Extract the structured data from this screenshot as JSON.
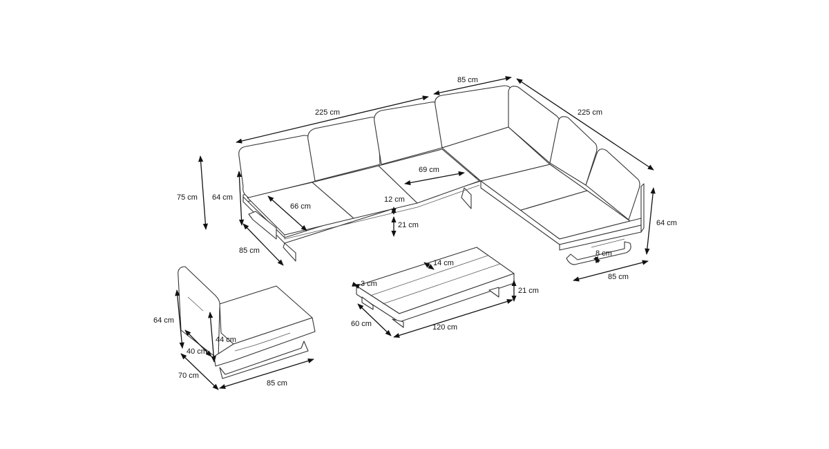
{
  "labels": {
    "sofa_left_length": "225 cm",
    "corner_width": "85 cm",
    "sofa_right_length": "225 cm",
    "total_height": "75 cm",
    "back_height_left": "64 cm",
    "seat_depth": "66 cm",
    "module_width": "69 cm",
    "cushion_thickness": "12 cm",
    "seat_height": "21 cm",
    "depth_left": "85 cm",
    "back_height_right": "64 cm",
    "leg_offset": "8 cm",
    "depth_right": "85 cm",
    "table_plank": "14 cm",
    "table_gap": "3 cm",
    "table_height": "21 cm",
    "table_width": "60 cm",
    "table_length": "120 cm",
    "chair_height": "64 cm",
    "chair_back": "44 cm",
    "chair_arm": "40 cm",
    "chair_depth": "70 cm",
    "chair_width": "85 cm"
  }
}
